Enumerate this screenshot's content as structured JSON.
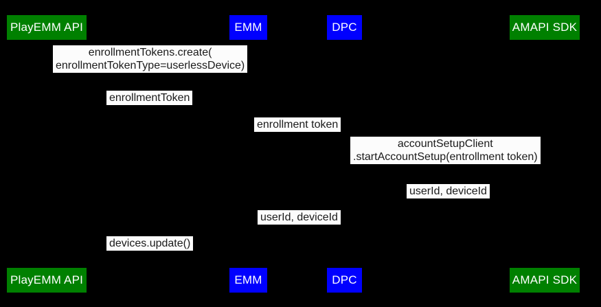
{
  "colors": {
    "background": "#000000",
    "actor_green": "#008000",
    "actor_blue": "#0000ff",
    "actor_text": "#ffffff",
    "message_bg": "#fcfcfc",
    "message_text": "#1a1a1a"
  },
  "actors": [
    {
      "label": "PlayEMM API",
      "color": "#008000"
    },
    {
      "label": "EMM",
      "color": "#0000ff"
    },
    {
      "label": "DPC",
      "color": "#0000ff"
    },
    {
      "label": "AMAPI SDK",
      "color": "#008000"
    }
  ],
  "messages": [
    {
      "lines": [
        "enrollmentTokens.create(",
        "enrollmentTokenType=userlessDevice)"
      ]
    },
    {
      "lines": [
        "enrollmentToken"
      ]
    },
    {
      "lines": [
        "enrollment token"
      ]
    },
    {
      "lines": [
        "accountSetupClient",
        ".startAccountSetup(entrollment token)"
      ]
    },
    {
      "lines": [
        "userId, deviceId"
      ]
    },
    {
      "lines": [
        "userId, deviceId"
      ]
    },
    {
      "lines": [
        "devices.update()"
      ]
    }
  ]
}
